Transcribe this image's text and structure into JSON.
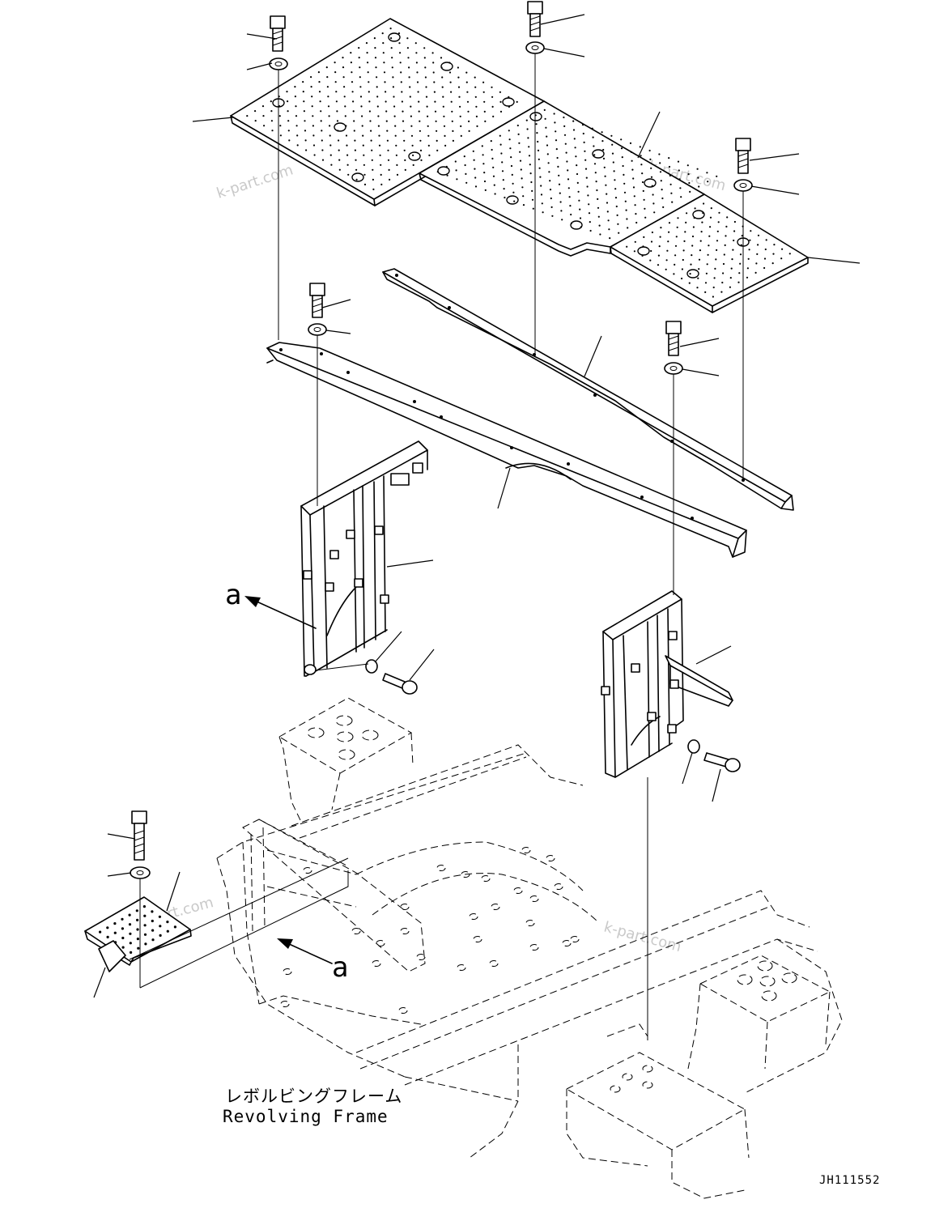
{
  "labels": {
    "frame_jp": "レボルビングフレーム",
    "frame_en": "Revolving Frame",
    "drawing_id": "JH111552",
    "view_a_upper": "a",
    "view_a_lower": "a"
  },
  "watermarks": {
    "wm1": "k-part.com",
    "wm2": "k-part.com",
    "wm3": "k-part.com",
    "wm4": "k-part.com"
  },
  "colors": {
    "line": "#000000",
    "background": "#ffffff",
    "watermark": "#c9c9c9"
  }
}
